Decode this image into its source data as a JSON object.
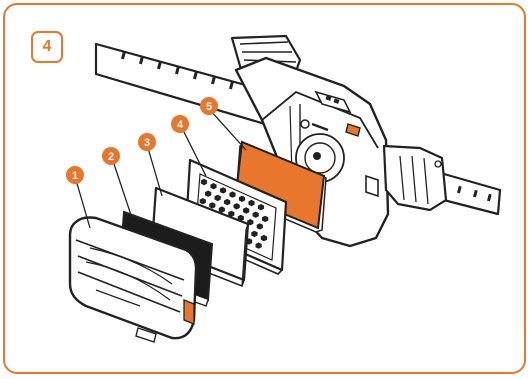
{
  "step": {
    "number": "4"
  },
  "callouts": [
    {
      "label": "1",
      "part": "front-cover"
    },
    {
      "label": "2",
      "part": "carbon-filter"
    },
    {
      "label": "3",
      "part": "particle-filter"
    },
    {
      "label": "4",
      "part": "filter-holder-grid"
    },
    {
      "label": "5",
      "part": "orange-pre-filter"
    }
  ],
  "colors": {
    "accent": "#e8762c",
    "outline": "#222222",
    "carbon": "#1c1c1c",
    "device_body": "#ffffff"
  }
}
